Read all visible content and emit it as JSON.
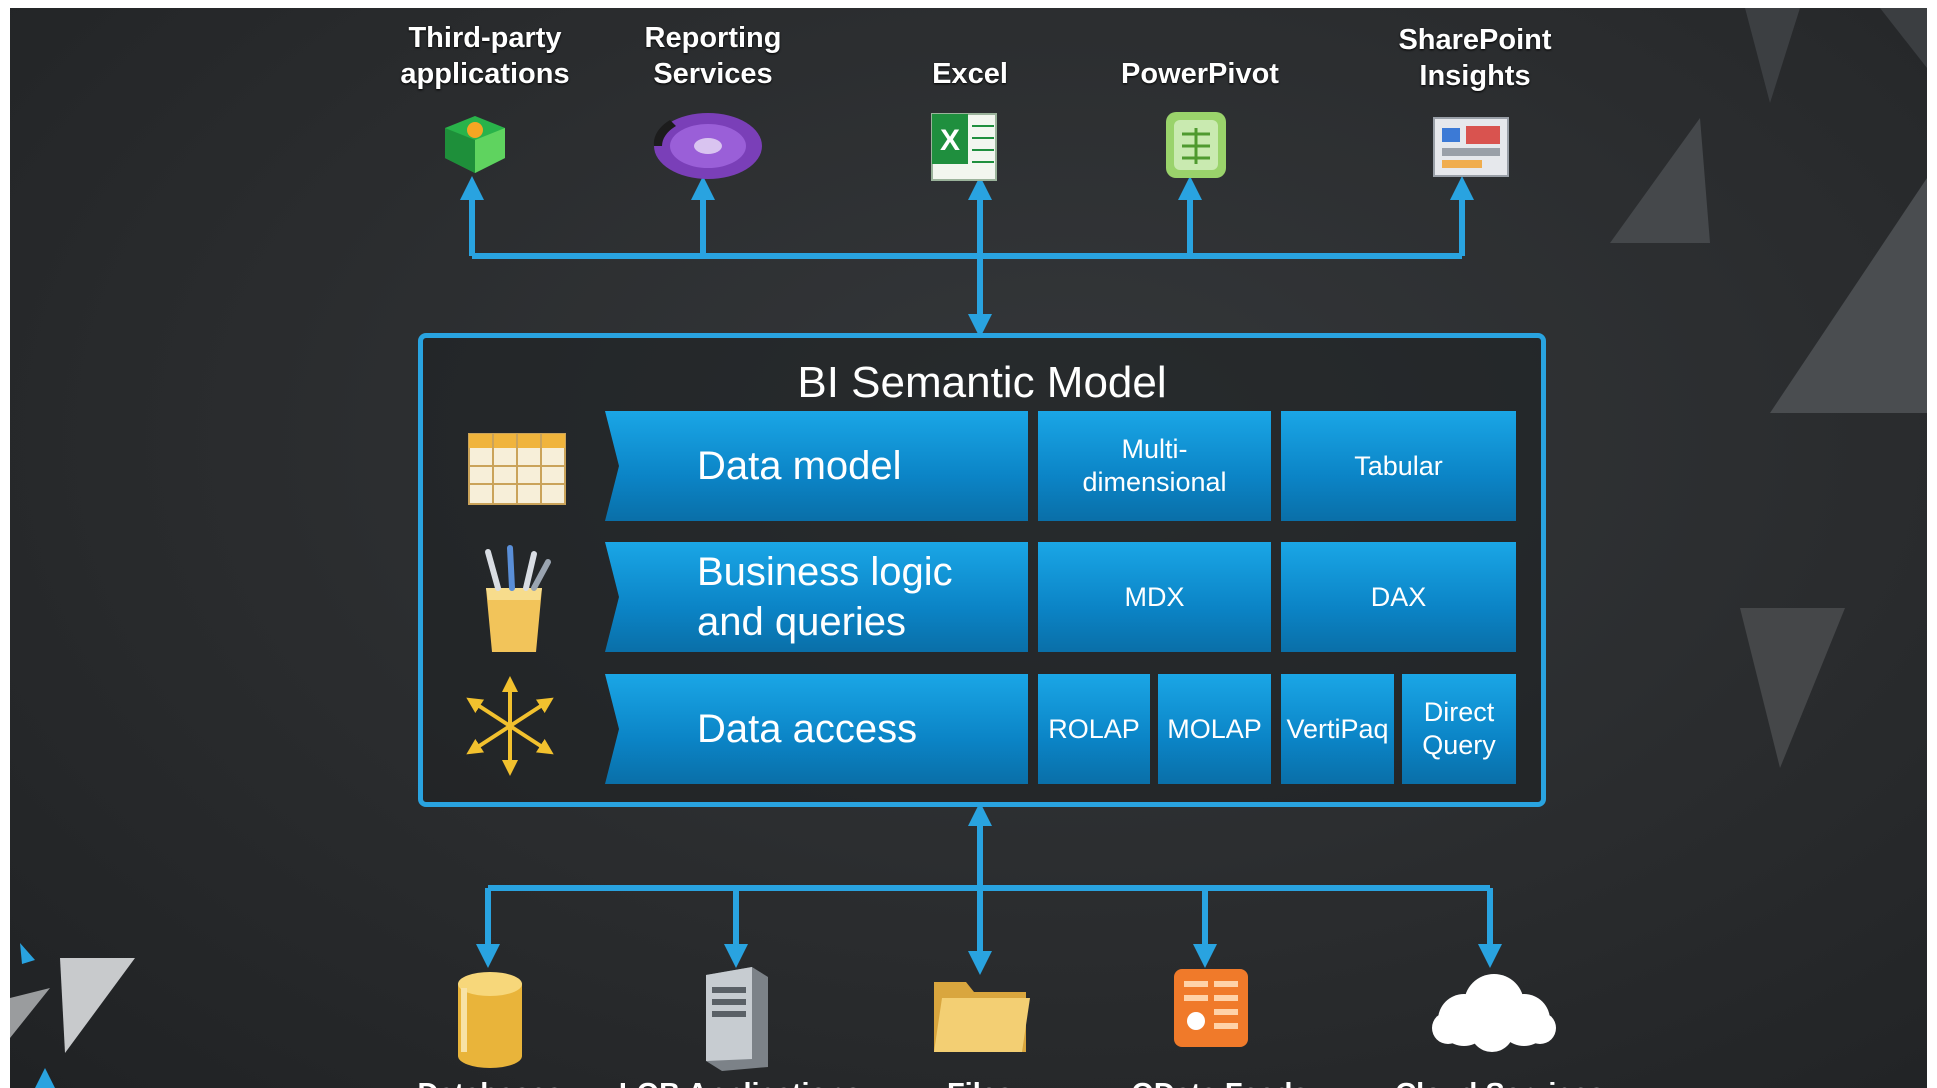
{
  "colors": {
    "background": "#2a2c2e",
    "accent": "#29a3e0",
    "bar": "#0b84c6",
    "text": "#ffffff"
  },
  "consumers": [
    {
      "label": "Third-party\napplications",
      "icon": "cube-app-icon"
    },
    {
      "label": "Reporting\nServices",
      "icon": "reporting-disc-icon"
    },
    {
      "label": "Excel",
      "icon": "excel-icon"
    },
    {
      "label": "PowerPivot",
      "icon": "powerpivot-icon"
    },
    {
      "label": "SharePoint\nInsights",
      "icon": "sharepoint-insights-icon"
    }
  ],
  "model": {
    "title": "BI Semantic Model",
    "layers": [
      {
        "name": "Data model",
        "icon": "table-grid-icon",
        "cells": [
          "Multi-\ndimensional",
          "Tabular"
        ]
      },
      {
        "name": "Business logic\nand queries",
        "icon": "tools-cup-icon",
        "cells": [
          "MDX",
          "DAX"
        ]
      },
      {
        "name": "Data access",
        "icon": "arrows-star-icon",
        "cells": [
          "ROLAP",
          "MOLAP",
          "VertiPaq",
          "Direct\nQuery"
        ]
      }
    ]
  },
  "sources": [
    {
      "label": "Databases",
      "icon": "database-icon"
    },
    {
      "label": "LOB Applications",
      "icon": "server-icon"
    },
    {
      "label": "Files",
      "icon": "folder-icon"
    },
    {
      "label": "OData Feeds",
      "icon": "odata-feed-icon"
    },
    {
      "label": "Cloud Services",
      "icon": "cloud-icon"
    }
  ]
}
